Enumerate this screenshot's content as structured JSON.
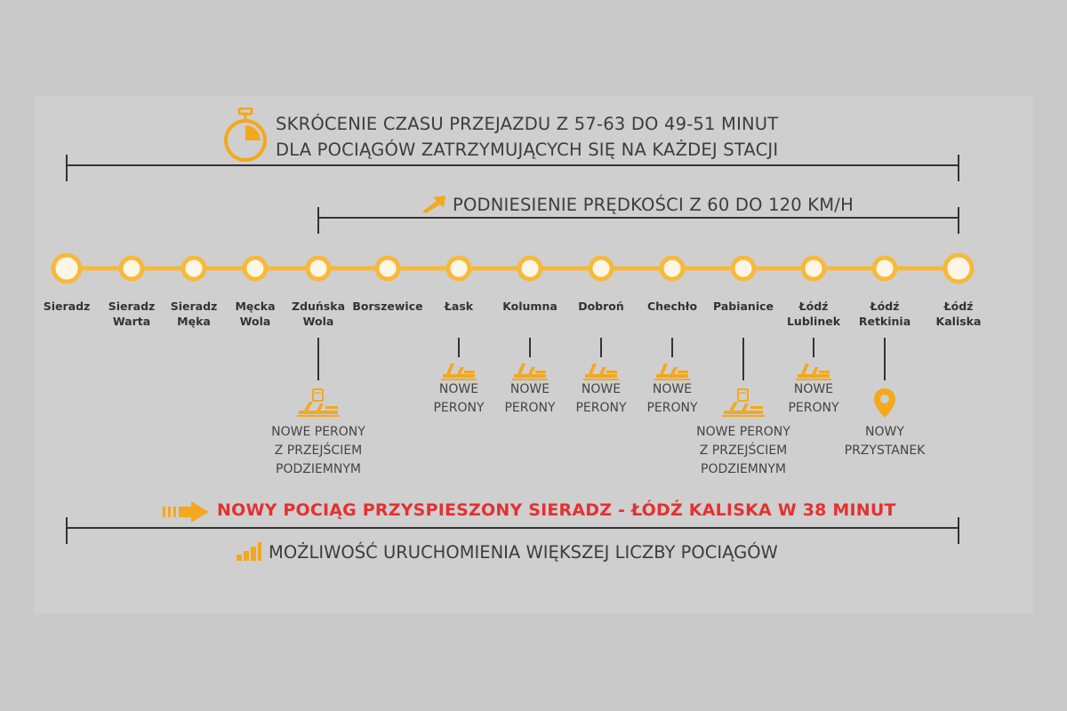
{
  "colors": {
    "accent": "#f4a81d",
    "line": "#f7b93b",
    "highlight": "#e53030",
    "text": "#3a3a3a",
    "bracket": "#333333"
  },
  "header": {
    "line1": "Skrócenie czasu przejazdu z 57-63 do 49-51 minut",
    "line2": "dla pociągów zatrzymujących się na każdej stacji",
    "icon": "stopwatch-icon"
  },
  "speed": {
    "text": "Podniesienie prędkości z 60 do 120 km/h",
    "icon": "arrow-up-right-icon"
  },
  "stations": [
    {
      "id": "sieradz",
      "lines": [
        "Sieradz"
      ],
      "big": true
    },
    {
      "id": "sieradz-warta",
      "lines": [
        "Sieradz",
        "Warta"
      ]
    },
    {
      "id": "sieradz-meka",
      "lines": [
        "Sieradz",
        "Męka"
      ]
    },
    {
      "id": "mecka-wola",
      "lines": [
        "Męcka",
        "Wola"
      ]
    },
    {
      "id": "zdunska-wola",
      "lines": [
        "Zduńska",
        "Wola"
      ]
    },
    {
      "id": "borszewice",
      "lines": [
        "Borszewice"
      ]
    },
    {
      "id": "lask",
      "lines": [
        "Łask"
      ]
    },
    {
      "id": "kolumna",
      "lines": [
        "Kolumna"
      ]
    },
    {
      "id": "dobron",
      "lines": [
        "Dobroń"
      ]
    },
    {
      "id": "chechlo",
      "lines": [
        "Chechło"
      ]
    },
    {
      "id": "pabianice",
      "lines": [
        "Pabianice"
      ]
    },
    {
      "id": "lodz-lublinek",
      "lines": [
        "Łódź",
        "Lublinek"
      ]
    },
    {
      "id": "lodz-retkinia",
      "lines": [
        "Łódź",
        "Retkinia"
      ]
    },
    {
      "id": "lodz-kaliska",
      "lines": [
        "Łódź",
        "Kaliska"
      ],
      "big": true
    }
  ],
  "features": [
    {
      "station": "zdunska-wola",
      "icon": "platform-underpass-icon",
      "lines": [
        "Nowe perony",
        "z przejściem",
        "podziemnym"
      ]
    },
    {
      "station": "lask",
      "icon": "platform-icon",
      "lines": [
        "Nowe",
        "perony"
      ]
    },
    {
      "station": "kolumna",
      "icon": "platform-icon",
      "lines": [
        "Nowe",
        "perony"
      ]
    },
    {
      "station": "dobron",
      "icon": "platform-icon",
      "lines": [
        "Nowe",
        "perony"
      ]
    },
    {
      "station": "chechlo",
      "icon": "platform-icon",
      "lines": [
        "Nowe",
        "perony"
      ]
    },
    {
      "station": "pabianice",
      "icon": "platform-underpass-icon",
      "lines": [
        "Nowe perony",
        "z przejściem",
        "podziemnym"
      ]
    },
    {
      "station": "lodz-lublinek",
      "icon": "platform-icon",
      "lines": [
        "Nowe",
        "perony"
      ]
    },
    {
      "station": "lodz-retkinia",
      "icon": "location-pin-icon",
      "lines": [
        "Nowy",
        "przystanek"
      ]
    }
  ],
  "banner": {
    "text": "Nowy pociąg przyspieszony Sieradz - Łódź Kaliska w 38 minut",
    "icon": "fast-arrow-icon"
  },
  "footer": {
    "text": "Możliwość uruchomienia większej liczby pociągów",
    "icon": "signal-bars-icon"
  }
}
